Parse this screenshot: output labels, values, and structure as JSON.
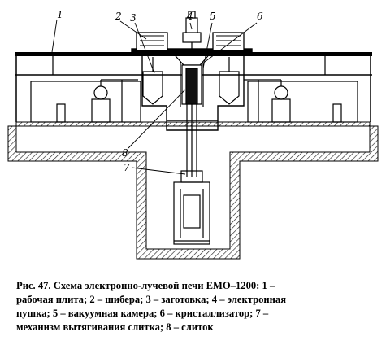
{
  "figure": {
    "callouts": [
      "1",
      "2",
      "3",
      "4",
      "5",
      "6",
      "8",
      "7"
    ],
    "caption": "Рис. 47. Схема электронно-лучевой печи ЕМО–1200: 1 –\nрабочая плита; 2 – шибера; 3 – заготовка; 4 – электронная\nпушка; 5 – вакуумная камера; 6 – кристаллизатор; 7 –\nмеханизм вытягивания слитка;      8 – слиток"
  }
}
